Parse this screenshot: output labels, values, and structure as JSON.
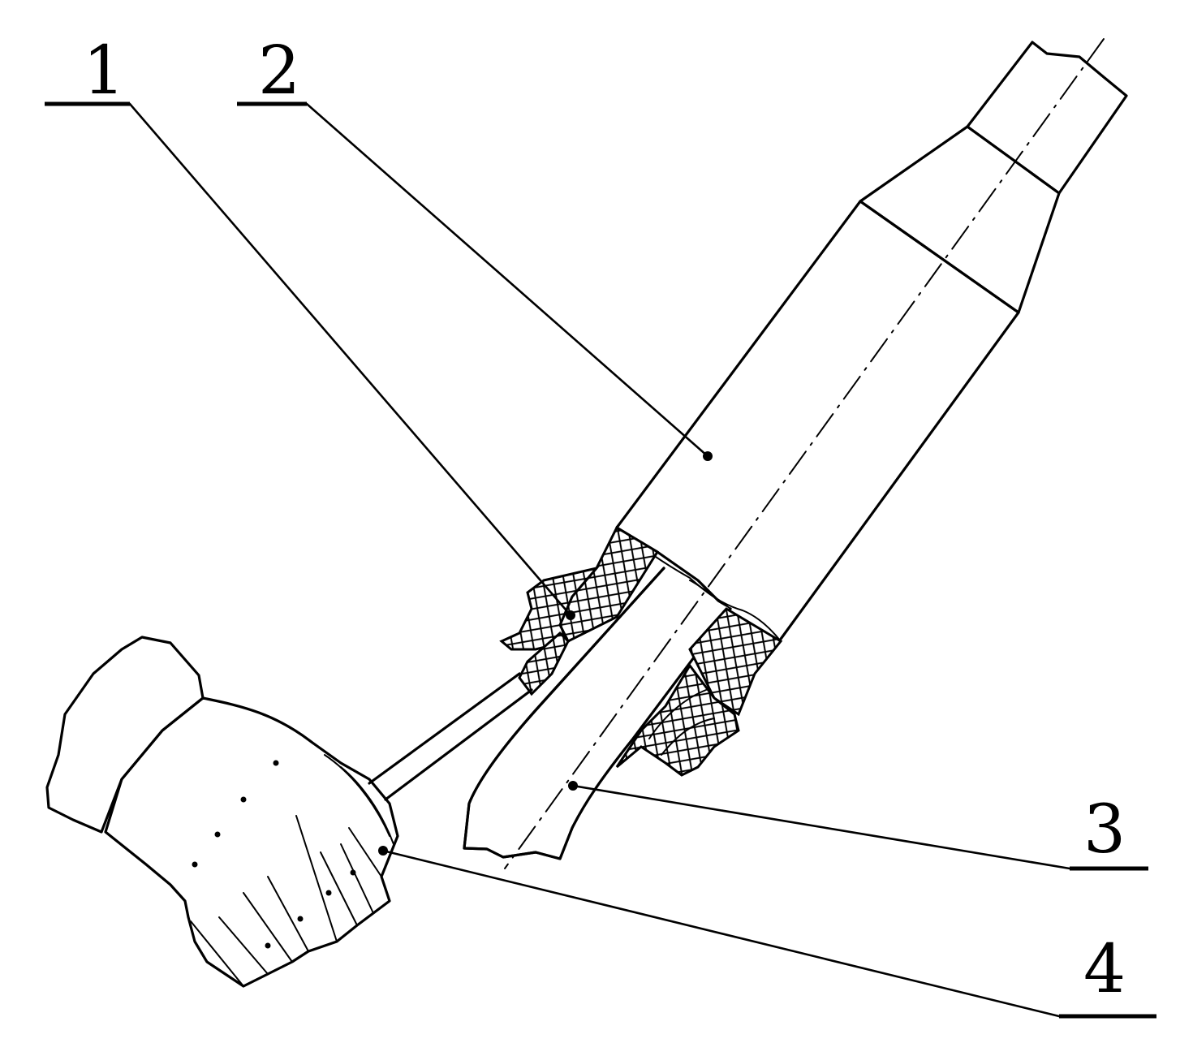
{
  "callouts": {
    "c1": "1",
    "c2": "2",
    "c3": "3",
    "c4": "4"
  },
  "colors": {
    "ink": "#000000",
    "background": "#ffffff"
  },
  "icons": {
    "hand": "gloved-hand-icon",
    "mesh": "braided-mesh-icon"
  }
}
